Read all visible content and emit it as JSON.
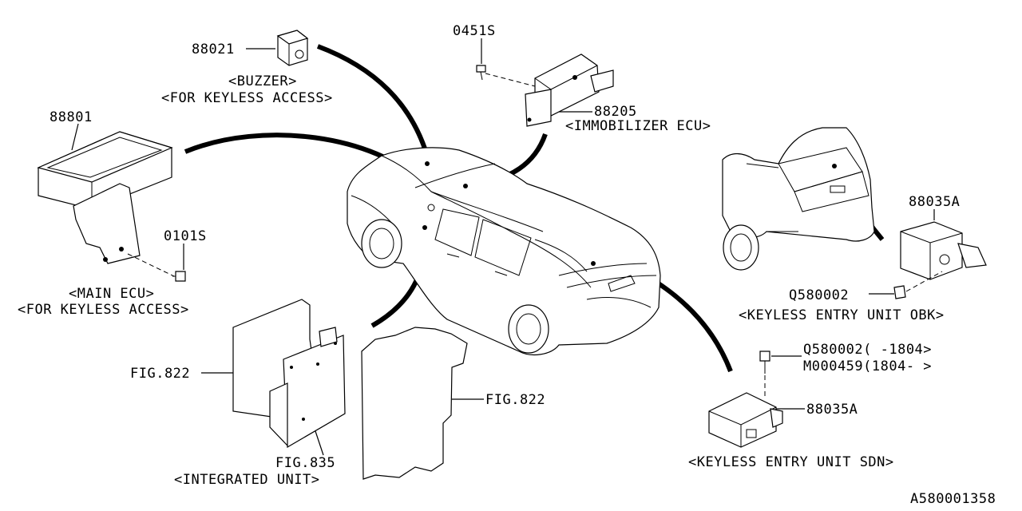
{
  "labels": {
    "buzzer_part": "88021",
    "buzzer_name": "<BUZZER>",
    "buzzer_note": "<FOR KEYLESS ACCESS>",
    "bolt_0451": "0451S",
    "immobilizer_part": "88205",
    "immobilizer_name": "<IMMOBILIZER ECU>",
    "main_ecu_part": "88801",
    "bolt_0101": "0101S",
    "main_ecu_name": "<MAIN ECU>",
    "main_ecu_note": "<FOR KEYLESS ACCESS>",
    "obk_unit_part": "88035A",
    "obk_bolt": "Q580002",
    "obk_unit_name": "<KEYLESS ENTRY UNIT OBK>",
    "sdn_bolt_1": "Q580002(   -1804>",
    "sdn_bolt_2": "M000459(1804-   >",
    "sdn_unit_part": "88035A",
    "sdn_unit_name": "<KEYLESS ENTRY UNIT SDN>",
    "fig822_left": "FIG.822",
    "fig822_right": "FIG.822",
    "fig835": "FIG.835",
    "integrated_unit_name": "<INTEGRATED UNIT>",
    "diagram_id": "A580001358"
  }
}
